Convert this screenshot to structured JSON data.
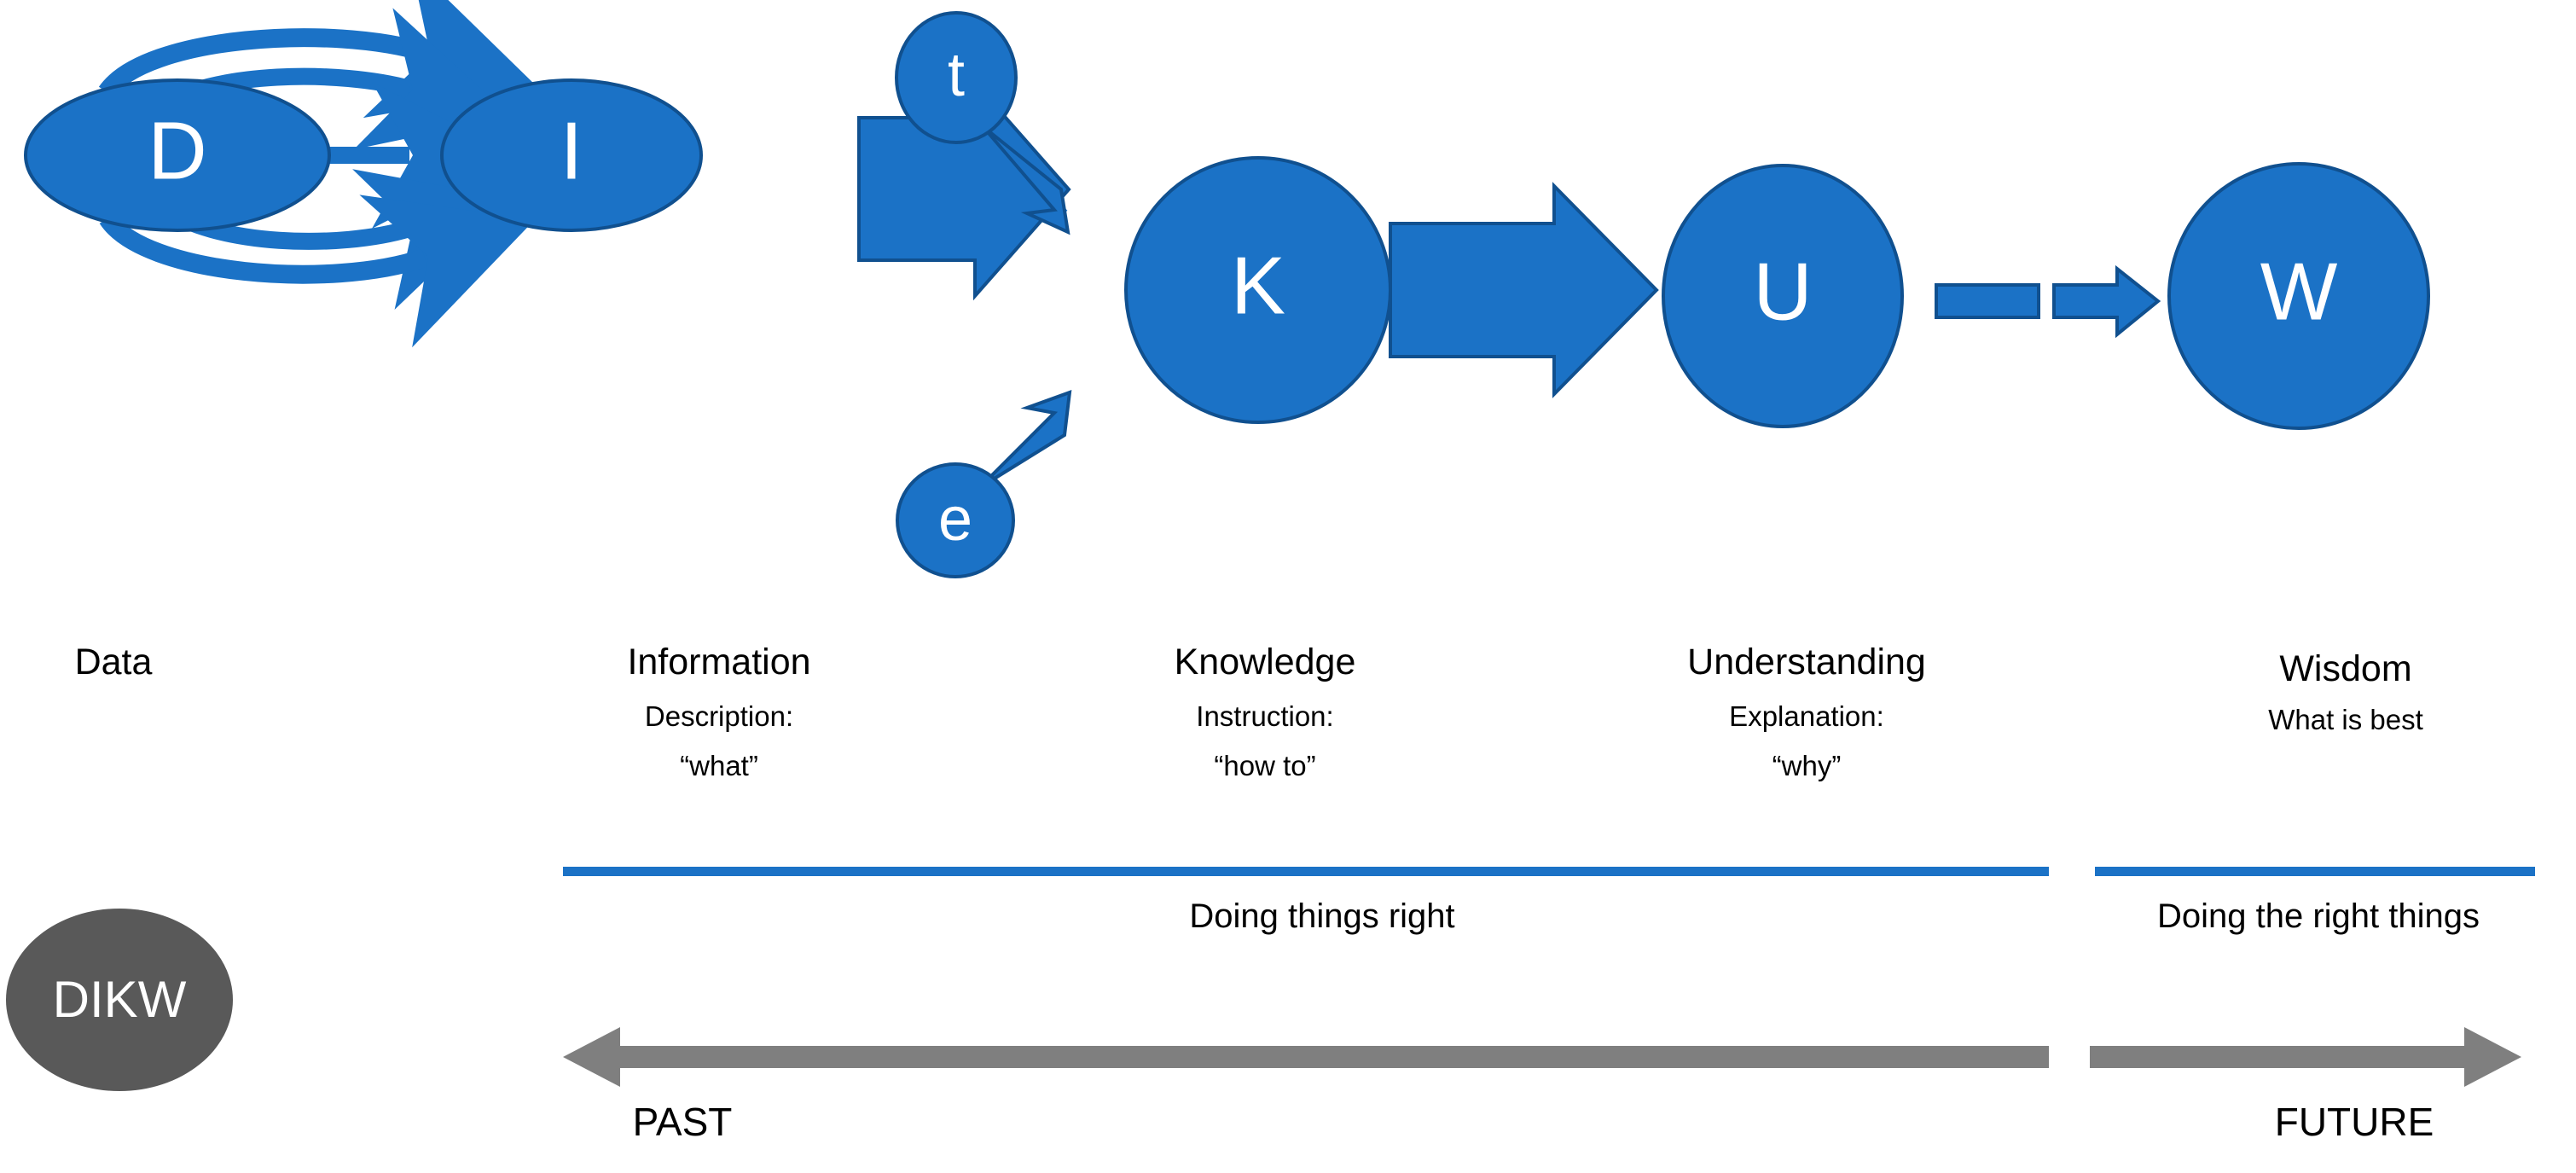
{
  "diagram": {
    "title": "DIKW",
    "colors": {
      "node_fill": "#1b72c6",
      "node_stroke": "#10508f",
      "node_text": "#ffffff",
      "arrow_fill": "#1b72c6",
      "band_line": "#1b72c6",
      "timeline_arrow": "#7f7f7f",
      "dikw_oval": "#595959",
      "label_text": "#000000",
      "background": "#ffffff"
    },
    "nodes": [
      {
        "id": "D",
        "letter": "D",
        "label": "Data",
        "sub1": "",
        "sub2": ""
      },
      {
        "id": "I",
        "letter": "I",
        "label": "Information",
        "sub1": "Description:",
        "sub2": "“what”"
      },
      {
        "id": "K",
        "letter": "K",
        "label": "Knowledge",
        "sub1": "Instruction:",
        "sub2": "“how to”"
      },
      {
        "id": "U",
        "letter": "U",
        "label": "Understanding",
        "sub1": "Explanation:",
        "sub2": "“why”"
      },
      {
        "id": "W",
        "letter": "W",
        "label": "Wisdom",
        "sub1": "What is best",
        "sub2": ""
      }
    ],
    "satellites": [
      {
        "id": "t",
        "letter": "t",
        "position": "above-left-of-K"
      },
      {
        "id": "e",
        "letter": "e",
        "position": "below-left-of-K"
      }
    ],
    "bands": [
      {
        "id": "doing-things-right",
        "label": "Doing things right"
      },
      {
        "id": "doing-the-right-things",
        "label": "Doing the right things"
      }
    ],
    "timeline": {
      "past_label": "PAST",
      "future_label": "FUTURE"
    },
    "badge": {
      "label": "DIKW"
    }
  }
}
